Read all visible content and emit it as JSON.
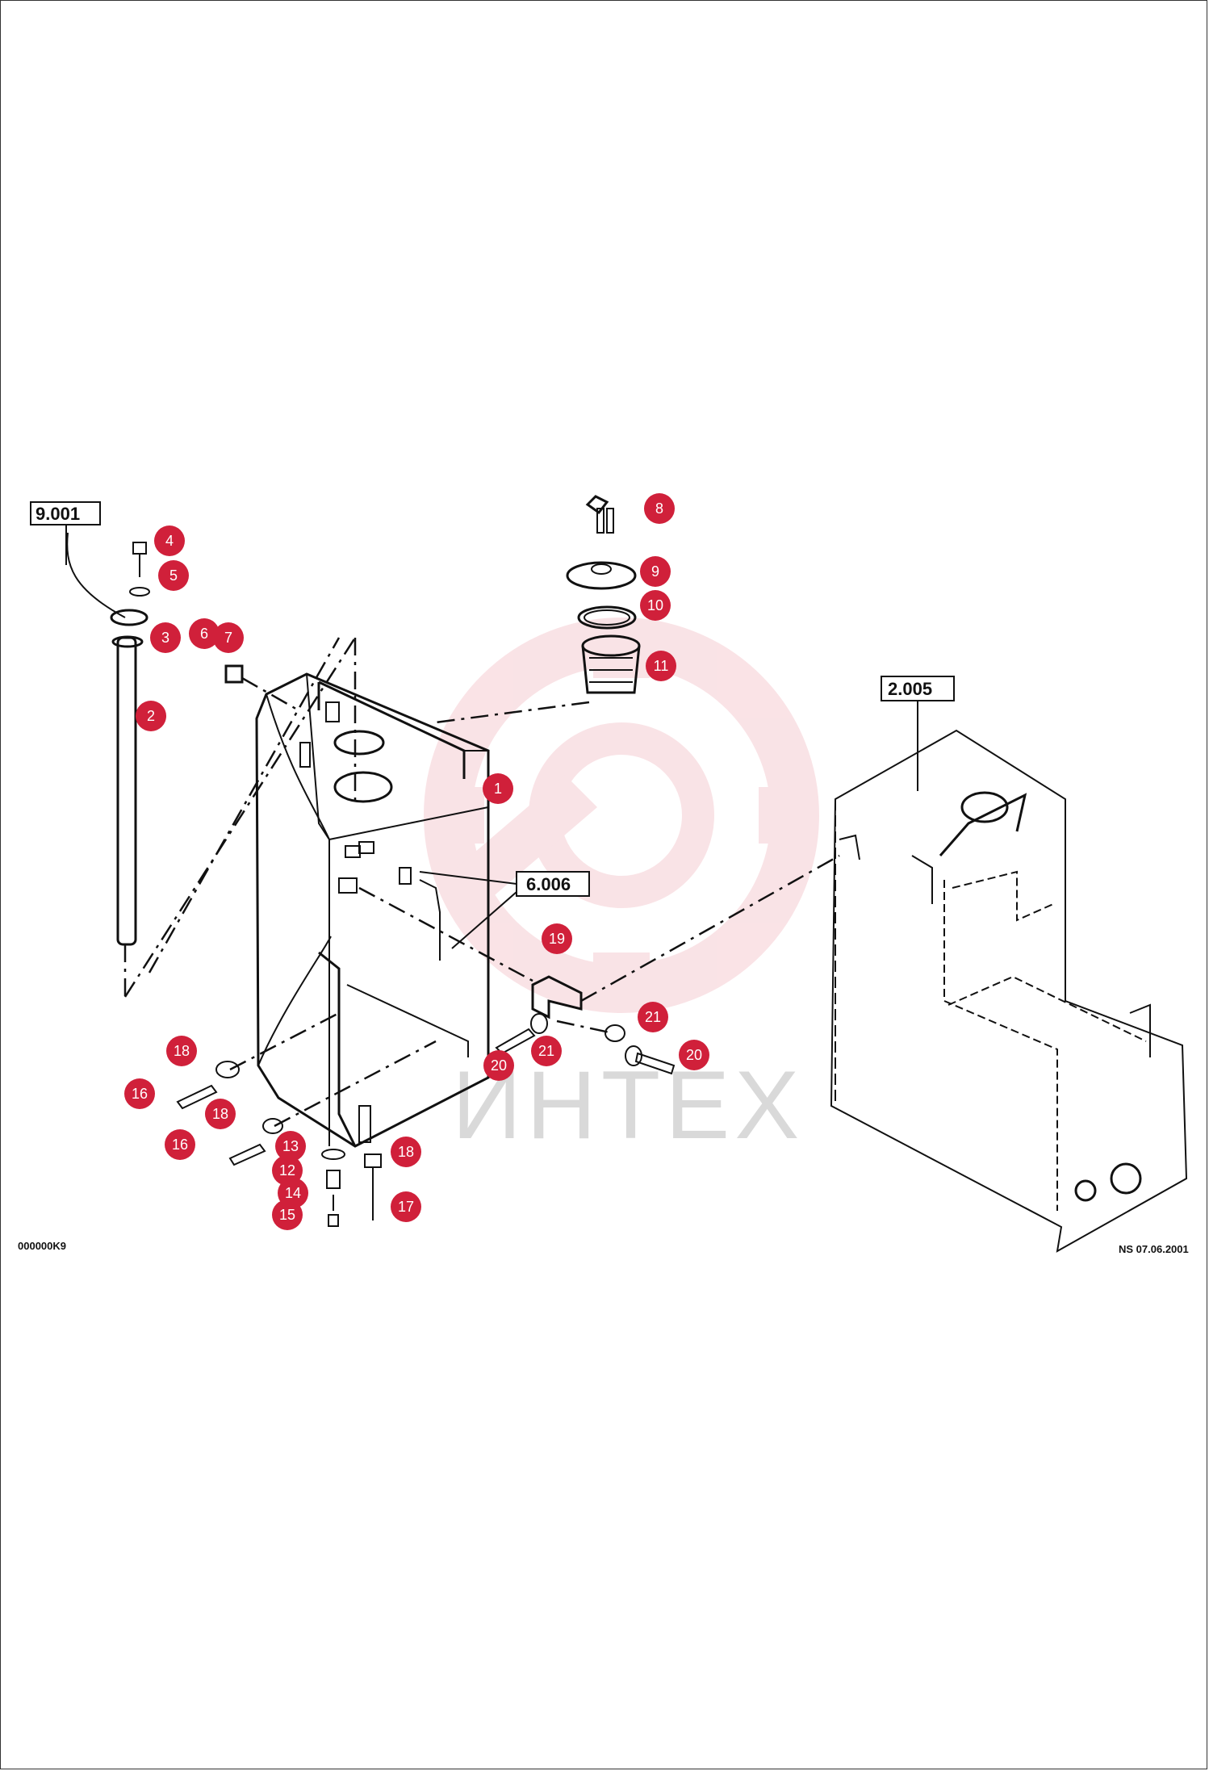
{
  "assembly_refs": {
    "ref_9001": "9.001",
    "ref_6006": "6.006",
    "ref_2005": "2.005"
  },
  "callouts": [
    "1",
    "2",
    "3",
    "4",
    "5",
    "6",
    "7",
    "8",
    "9",
    "10",
    "11",
    "12",
    "13",
    "14",
    "15",
    "16",
    "16",
    "17",
    "18",
    "18",
    "18",
    "19",
    "20",
    "20",
    "21",
    "21"
  ],
  "footer": {
    "drawing_code": "000000K9",
    "date_stamp": "NS 07.06.2001"
  },
  "watermark": {
    "text": "ИНТЕХ"
  },
  "colors": {
    "badge": "#d0203a",
    "line": "#111111",
    "watermark": "#f0b0b8"
  }
}
